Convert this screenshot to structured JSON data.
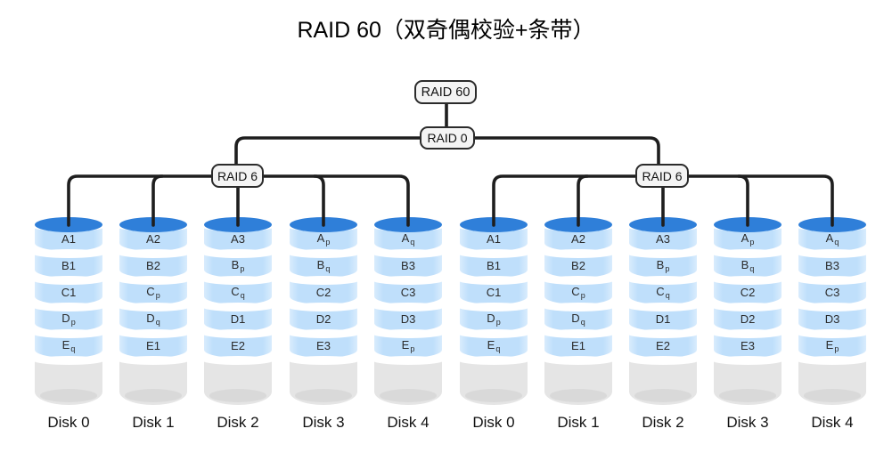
{
  "title": "RAID 60（双奇偶校验+条带）",
  "tree": {
    "root_label": "RAID 60",
    "stripe_label": "RAID 0",
    "group_labels": [
      "RAID 6",
      "RAID 6"
    ]
  },
  "groups": [
    {
      "raid_label": "RAID 6",
      "disks": [
        {
          "name": "Disk 0",
          "blocks": [
            {
              "t": "A1"
            },
            {
              "t": "B1"
            },
            {
              "t": "C1"
            },
            {
              "t": "D",
              "s": "p"
            },
            {
              "t": "E",
              "s": "q"
            }
          ]
        },
        {
          "name": "Disk 1",
          "blocks": [
            {
              "t": "A2"
            },
            {
              "t": "B2"
            },
            {
              "t": "C",
              "s": "p"
            },
            {
              "t": "D",
              "s": "q"
            },
            {
              "t": "E1"
            }
          ]
        },
        {
          "name": "Disk 2",
          "blocks": [
            {
              "t": "A3"
            },
            {
              "t": "B",
              "s": "p"
            },
            {
              "t": "C",
              "s": "q"
            },
            {
              "t": "D1"
            },
            {
              "t": "E2"
            }
          ]
        },
        {
          "name": "Disk 3",
          "blocks": [
            {
              "t": "A",
              "s": "p"
            },
            {
              "t": "B",
              "s": "q"
            },
            {
              "t": "C2"
            },
            {
              "t": "D2"
            },
            {
              "t": "E3"
            }
          ]
        },
        {
          "name": "Disk 4",
          "blocks": [
            {
              "t": "A",
              "s": "q"
            },
            {
              "t": "B3"
            },
            {
              "t": "C3"
            },
            {
              "t": "D3"
            },
            {
              "t": "E",
              "s": "p"
            }
          ]
        }
      ]
    },
    {
      "raid_label": "RAID 6",
      "disks": [
        {
          "name": "Disk 0",
          "blocks": [
            {
              "t": "A1"
            },
            {
              "t": "B1"
            },
            {
              "t": "C1"
            },
            {
              "t": "D",
              "s": "p"
            },
            {
              "t": "E",
              "s": "q"
            }
          ]
        },
        {
          "name": "Disk 1",
          "blocks": [
            {
              "t": "A2"
            },
            {
              "t": "B2"
            },
            {
              "t": "C",
              "s": "p"
            },
            {
              "t": "D",
              "s": "q"
            },
            {
              "t": "E1"
            }
          ]
        },
        {
          "name": "Disk 2",
          "blocks": [
            {
              "t": "A3"
            },
            {
              "t": "B",
              "s": "p"
            },
            {
              "t": "C",
              "s": "q"
            },
            {
              "t": "D1"
            },
            {
              "t": "E2"
            }
          ]
        },
        {
          "name": "Disk 3",
          "blocks": [
            {
              "t": "A",
              "s": "p"
            },
            {
              "t": "B",
              "s": "q"
            },
            {
              "t": "C2"
            },
            {
              "t": "D2"
            },
            {
              "t": "E3"
            }
          ]
        },
        {
          "name": "Disk 4",
          "blocks": [
            {
              "t": "A",
              "s": "q"
            },
            {
              "t": "B3"
            },
            {
              "t": "C3"
            },
            {
              "t": "D3"
            },
            {
              "t": "E",
              "s": "p"
            }
          ]
        }
      ]
    }
  ],
  "colors": {
    "disk_top_blue": "#2f7fd9",
    "stripe_blue": "#bfdffb",
    "stripe_blue_edge": "#d9ecfd",
    "empty_gray": "#e5e5e5",
    "empty_gray_ellipse": "#d9d9d9",
    "connector": "#1e1e1e",
    "node_fill": "#f4f4f4",
    "node_border": "#2b2b2b"
  }
}
